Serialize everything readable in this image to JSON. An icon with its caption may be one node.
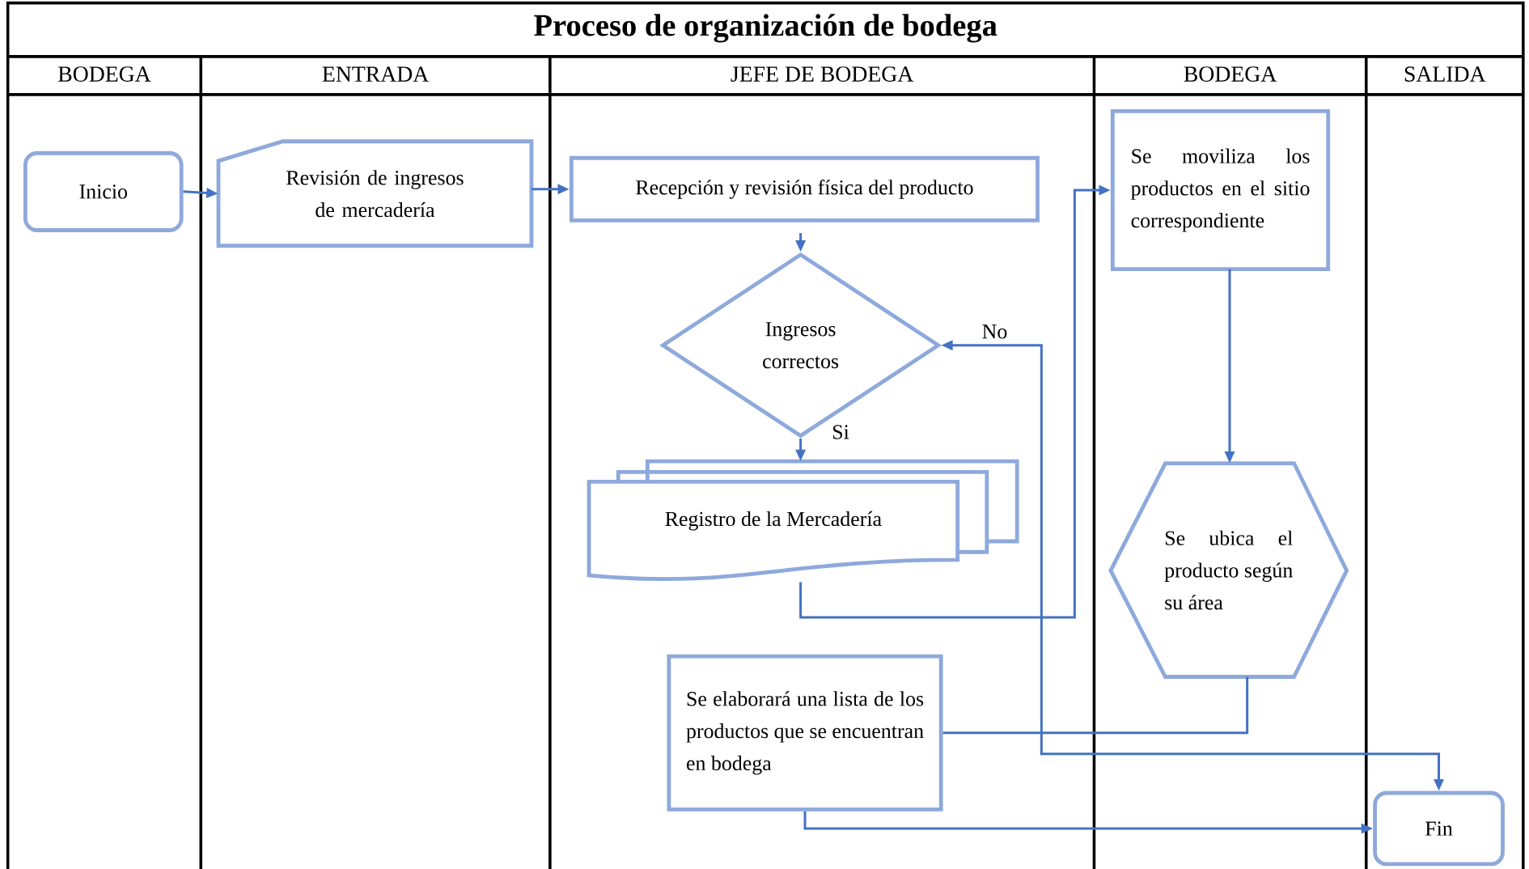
{
  "diagram": {
    "title": "Proceso de organización de bodega",
    "nodes": [
      {
        "text": [
          "Inicio"
        ]
      },
      {
        "text": [
          "Revisión de ingresos de mercadería"
        ]
      },
      {
        "text": [
          "Recepción y revisión física del producto"
        ]
      },
      {
        "text": [
          "Ingresos correctos"
        ]
      },
      {
        "text": [
          "Registro de la Mercadería"
        ]
      },
      {
        "text": [
          "Se moviliza los productos en el sitio correspondiente"
        ]
      },
      {
        "text": [
          "Se ubica el producto según su área"
        ]
      },
      {
        "text": [
          "Se elaborará una lista de los productos que se encuentran en bodega"
        ]
      },
      {
        "text": [
          "Fin"
        ]
      }
    ],
    "edges": [
      {
        "from": 0,
        "to": 1,
        "arrow": "to"
      },
      {
        "from": 1,
        "to": 2,
        "arrow": "to"
      },
      {
        "from": 2,
        "to": 3,
        "arrow": "to"
      },
      {
        "from": 3,
        "to": 4,
        "arrow": "to",
        "label": "Si"
      },
      {
        "from": 4,
        "to": 5,
        "arrow": "to"
      },
      {
        "from": 5,
        "to": 6,
        "arrow": "to"
      },
      {
        "from": 6,
        "to": 7,
        "arrow": "none"
      },
      {
        "from": 3,
        "to": 8,
        "arrow": "both",
        "label": "No"
      },
      {
        "from": 7,
        "to": 8,
        "arrow": "to"
      }
    ],
    "labels": [
      "BODEGA",
      "ENTRADA",
      "JEFE DE BODEGA",
      "BODEGA",
      "SALIDA"
    ]
  }
}
